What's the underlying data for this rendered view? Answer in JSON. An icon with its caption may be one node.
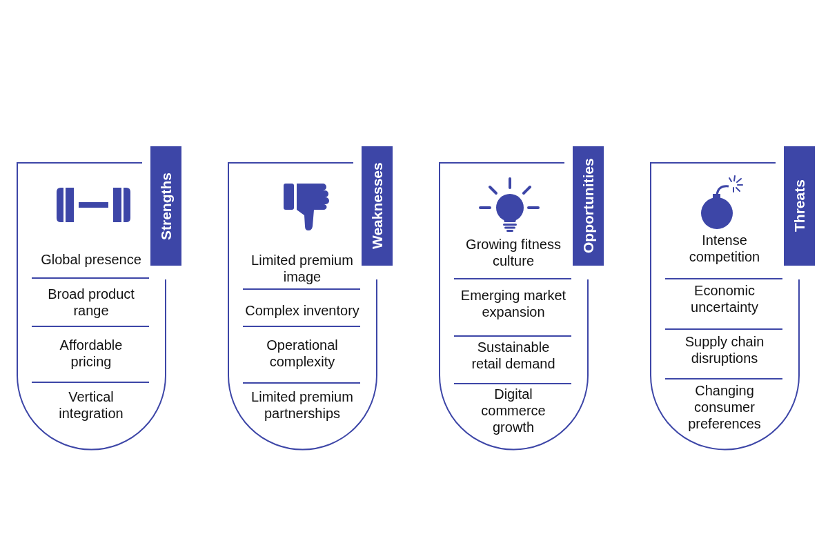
{
  "diagram": {
    "nodes": [
      {
        "text": [
          "Strengths",
          "Global presence",
          "Broad product range",
          "Affordable pricing",
          "Vertical integration"
        ]
      },
      {
        "text": [
          "Weaknesses",
          "Limited premium image",
          "Complex inventory",
          "Operational complexity",
          "Limited premium partnerships"
        ]
      },
      {
        "text": [
          "Opportunities",
          "Growing fitness culture",
          "Emerging market expansion",
          "Sustainable retail demand",
          "Digital commerce growth"
        ]
      },
      {
        "text": [
          "Threats",
          "Intense competition",
          "Economic uncertainty",
          "Supply chain disruptions",
          "Changing consumer preferences"
        ]
      }
    ]
  }
}
